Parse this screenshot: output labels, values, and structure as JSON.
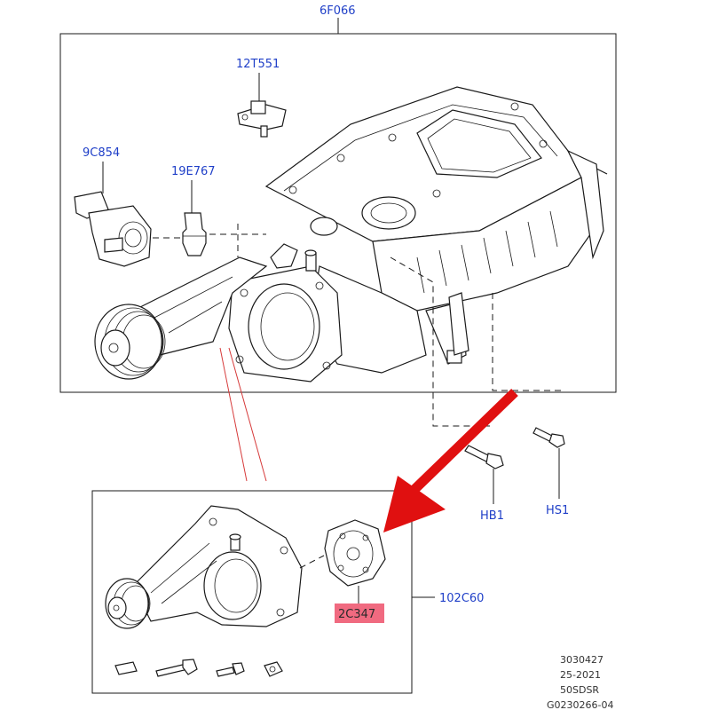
{
  "callouts": {
    "assembly": "6F066",
    "part_12t551": "12T551",
    "part_9c854": "9C854",
    "part_19e767": "19E767",
    "part_hb1": "HB1",
    "part_hs1": "HS1",
    "part_102c60": "102C60",
    "part_2c347": "2C347"
  },
  "reference": {
    "line1": "3030427",
    "line2": "25-2021",
    "line3": "50SDSR",
    "line4": "G0230266-04"
  },
  "colors": {
    "callout_text": "#1f3fc8",
    "arrow": "#e01010",
    "highlight_box": "#f06a80",
    "zoom_lines": "#d63a3a"
  }
}
